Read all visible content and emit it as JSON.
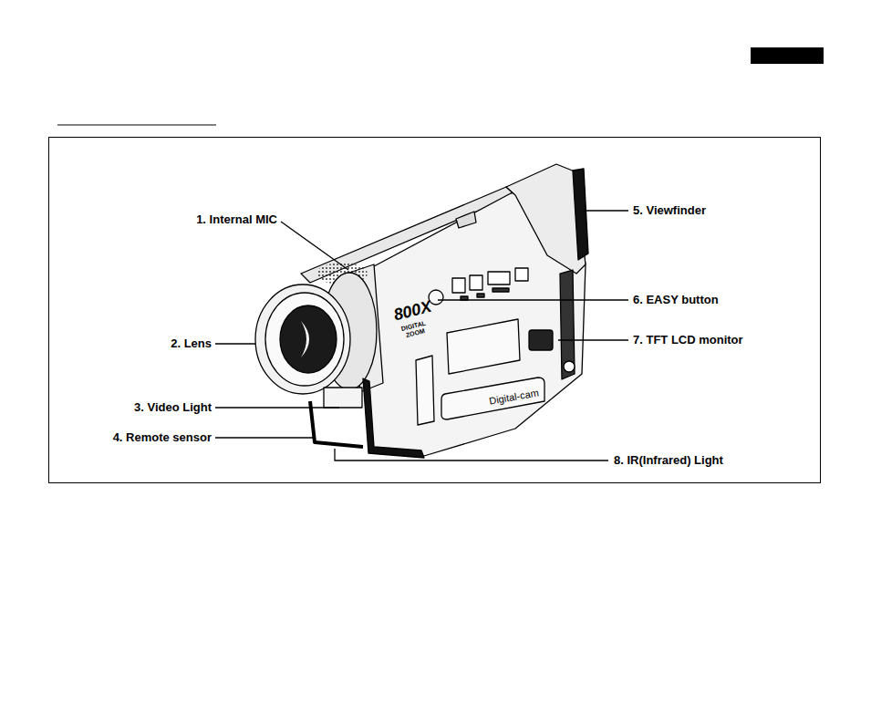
{
  "diagram": {
    "labels": [
      "1. Internal MIC",
      "2. Lens",
      "3. Video Light",
      "4. Remote sensor",
      "5. Viewfinder",
      "6. EASY button",
      "7. TFT LCD monitor",
      "8. IR(Infrared) Light",
      "800X",
      "DIGITAL ZOOM",
      "Digital-cam"
    ]
  }
}
